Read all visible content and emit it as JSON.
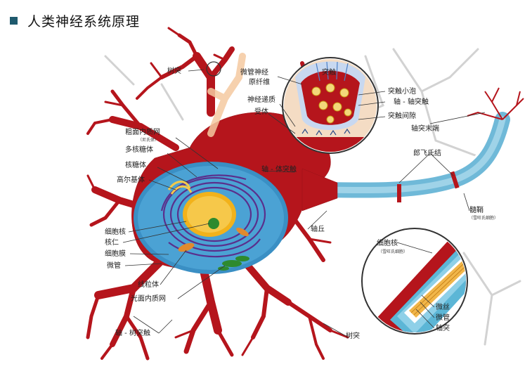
{
  "slide": {
    "title": "人类神经系统原理"
  },
  "labels": {
    "dendrite_top": "树突",
    "microtubule_neurofibril_1": "微管神经",
    "microtubule_neurofibril_2": "原纤维",
    "synapse": "突触",
    "neurotransmitter": "神经递质",
    "receptor": "受体",
    "synaptic_vesicle": "突触小泡",
    "axoaxonic_synapse": "轴 - 轴突触",
    "synaptic_cleft": "突触间隙",
    "axon_terminal": "轴突末端",
    "rough_er": "粗面内质网",
    "rough_er_sub": "（尼氏体）",
    "polyribosome": "多核糖体",
    "ribosome": "核糖体",
    "golgi": "高尔基体",
    "axosomatic_synapse": "轴 - 体突触",
    "node_of_ranvier": "郎飞氏结",
    "myelin_sheath": "髓鞘",
    "myelin_sheath_sub": "（雪旺氏细胞）",
    "axon_hillock": "轴丘",
    "nucleus": "细胞核",
    "nucleolus": "核仁",
    "cell_membrane": "细胞膜",
    "microtubule": "微管",
    "schwann_nucleus": "细胞核",
    "schwann_nucleus_sub": "（雪旺氏细胞）",
    "mitochondria": "线粒体",
    "smooth_er": "光面内质网",
    "microfilament": "微丝",
    "microtubule_inset": "微管",
    "axon": "轴突",
    "axodendritic_synapse": "轴 - 树突触",
    "dendrite_bottom": "树突"
  },
  "colors": {
    "neuron": "#b5151c",
    "neuron_dark": "#8e0f15",
    "glia_bg": "#cfcfcf",
    "myelin": "#5cb6d6",
    "nucleus": "#f2b21b",
    "er": "#5a2f8c",
    "cytoplasm": "#3a8fc4"
  }
}
